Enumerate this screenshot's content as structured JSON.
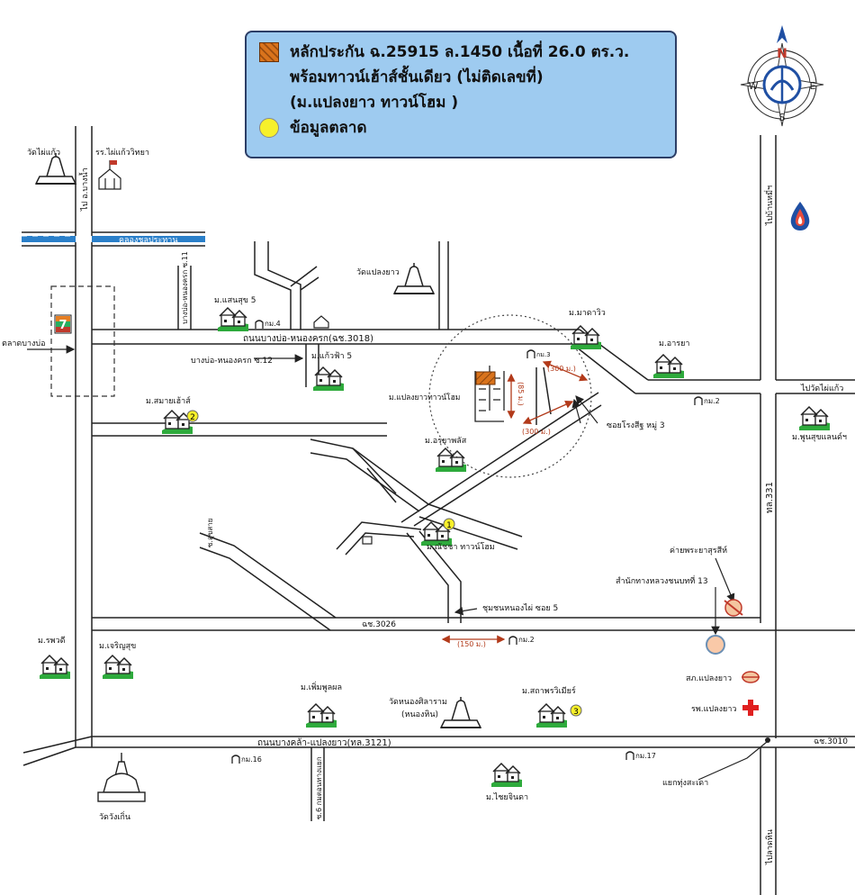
{
  "legend": {
    "collateral": "หลักประกัน ฉ.25915 ล.1450 เนื้อที่ 26.0 ตร.ว.",
    "line2": "พร้อมทาวน์เฮ้าส์ชั้นเดียว (ไม่ติดเลขที่)",
    "line3": "(ม.แปลงยาว ทาวน์โฮม )",
    "market": "ข้อมูลตลาด"
  },
  "compass": {
    "n": "N",
    "e": "E",
    "s": "S",
    "w": "W"
  },
  "colors": {
    "legend_bg": "#9ecbf0",
    "hatch": "#d9731c",
    "market": "#f7f02a",
    "canal": "#2a7fc9"
  },
  "labels": {
    "wat_phai_kaeo": "วัดไผ่แก้ว",
    "school": "รร.ไผ่แก้ววิทยา",
    "road_bang_nam": "ไป อ.บางน้ำ",
    "canal": "คลองชลประทาน",
    "market_bangbo": "ตลาดบางบ่อ",
    "soi_11": "บางบ่อ-หนองครก ซ.11",
    "m_saensuk": "ม.แสนสุข 5",
    "km4": "กม.4",
    "wat_plaeng_yao": "วัดแปลงยาว",
    "road_bangbo": "ถนนบางบ่อ-หนองครก(ฉช.3018)",
    "soi_12": "บางบ่อ-หนองครก ซ.12",
    "m_kaewfa": "ม.แก้วฟ้า 5",
    "m_samai": "ม.สมายเฮ้าส์",
    "m_plaengyao": "ม.แปลงยาวทาวน์โฮม",
    "km3": "กม.3",
    "d300a": "(300 ม.)",
    "d300b": "(300 ม.)",
    "d85": "(85 ม.)",
    "m_mathawin": "ม.มาดาวิว",
    "m_arya": "ม.อารยา",
    "to_ban_nan": "ไปบ้านหมี่ฯ",
    "to_wat_phai": "ไปวัดไผ่แก้ว",
    "km2a": "กม.2",
    "m_phunsuk": "ม.พูนสุขแลนด์ฯ",
    "soi_rongsi": "ซอยโรงสีฐ หมู่ 3",
    "m_aruya": "ม.อรุยาพลัส",
    "route331": "ทล.331",
    "soi_sap": "ซ.สุขสาย",
    "m_nitcha": "ม.ณัชชา ทาวน์โฮม",
    "camp": "ค่ายพระยาสุรสีห์",
    "highway_office": "สำนักทางหลวงชนบทที่ 13",
    "community": "ชุมชนหนองไผ่ ซอย 5",
    "road3026": "ฉช.3026",
    "d150": "(150 ม.)",
    "km2b": "กม.2",
    "m_sawadee": "ม.รพวดี",
    "m_charoensuk": "ม.เจริญสุข",
    "m_phoemphon": "ม.เพิ่มพูลผล",
    "wat_nongsila": "วัดหนองศิลาราม",
    "wat_nongsila2": "(หนองหิน)",
    "m_sathaphon": "ม.สถาพรวิเมียร์",
    "police": "สภ.แปลงยาว",
    "hospital": "รพ.แปลงยาว",
    "road3121": "ถนนบางคล้า-แปลงยาว(ทล.3121)",
    "road3010": "ฉช.3010",
    "km16": "กม.16",
    "km17": "กม.17",
    "road_soi6": "ซ.6 กมตอนทางแยก",
    "junction": "แยกทุ่งสะเดา",
    "wat_wangkhen": "วัดวังเกิ่น",
    "m_saichinda": "ม.ไชยจินดา",
    "to_lat_hin": "ไปลาดหิน",
    "n1": "1",
    "n2": "2",
    "n3": "3"
  }
}
